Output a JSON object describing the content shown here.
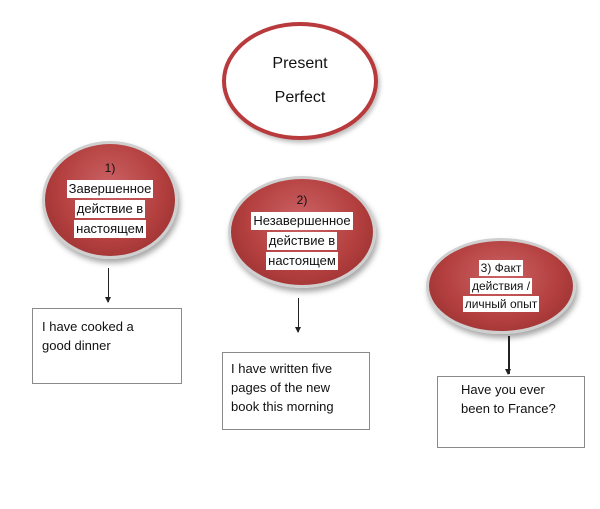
{
  "root": {
    "line1": "Present",
    "line2": "Perfect"
  },
  "nodes": [
    {
      "num": "1)",
      "lines": [
        "Завершенное",
        "действие в",
        "настоящем"
      ]
    },
    {
      "num": "2)",
      "lines": [
        "Незавершенное",
        "действие в",
        "настоящем"
      ]
    },
    {
      "num": "3) Факт",
      "lines": [
        "действия /",
        "личный опыт"
      ]
    }
  ],
  "examples": [
    {
      "lines": [
        "I have cooked a",
        "good dinner"
      ]
    },
    {
      "lines": [
        "I have written five",
        "pages of the new",
        "book this morning"
      ]
    },
    {
      "lines": [
        "Have you ever",
        "been to France?"
      ]
    }
  ],
  "colors": {
    "node_fill": "#b4403f",
    "root_border": "#b83a3c"
  }
}
